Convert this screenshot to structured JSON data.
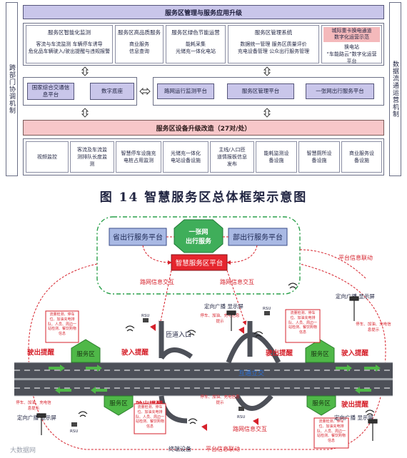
{
  "fig_a": {
    "left_side": "跨部门协调机制",
    "right_side": "数据流通运营机制",
    "top_bar": "服务区管理与服务应用升级",
    "modules": [
      {
        "title": "服务区智能化监测",
        "lines": [
          "客流与车流监测    车辆停车诱导",
          "危化品车辆驶入/驶出提醒与违规报警"
        ]
      },
      {
        "title": "服务区高品质服务",
        "lines": [
          "商业服务",
          "信息查询"
        ]
      },
      {
        "title": "服务区绿色节能运营",
        "lines": [
          "能耗采集",
          "光储充一体化电站"
        ]
      },
      {
        "title": "服务区管理系统",
        "lines": [
          "数据统一管理    服务区质量评价",
          "充电设备管理    公众出行服务管理"
        ]
      }
    ],
    "pink_module": {
      "title": "城际重卡换电通道",
      "subtitle": "数字化运营示范",
      "lines": [
        "换电站",
        "“车能路云”数字化运营",
        "平台"
      ]
    },
    "platforms": {
      "national": "国家综合交通信息平台",
      "digital_base": "数字底座",
      "road_monitor": "路网运行监测平台",
      "area_mgmt": "服务区管理平台",
      "one_net": "一张网出行服务平台"
    },
    "upgrade_bar": "服务区设备升级改造（27对/处）",
    "equipment": [
      "视频监控",
      "客流及车流监测排队长度监测",
      "智慧停车设施充电桩占用监测",
      "光储充一体化电站设备设施",
      "主线/入口匝道情报板信息发布",
      "能耗监测设备设施",
      "智慧厕所设备设施",
      "商业服务设备设施"
    ],
    "caption": "图  14  智慧服务区总体框架示意图"
  },
  "fig_b": {
    "prov_platform": "省出行服务平台",
    "ministry_platform": "部出行服务平台",
    "one_net": "一张网出行服务",
    "smart_area": "智慧服务区平台",
    "road_info": "路网信息交互",
    "platform_link": "平台信息联动",
    "broadcast_screen": "定向广播 显示屏",
    "rsu": "RSU",
    "ramp_entrance": "匝道入口",
    "interchange": "互通立交",
    "service_area": "服务区",
    "exit_remind": "驶出提醒",
    "entry_remind": "驶入提醒",
    "flow_info": [
      "流量检测、停车位、加油充电排队、人员、周边一站检测、餐饮购物信息"
    ],
    "stop_info": [
      "停车、加油、充电信息提示"
    ],
    "terminal": "终端设备",
    "watermark": "大数据网"
  }
}
